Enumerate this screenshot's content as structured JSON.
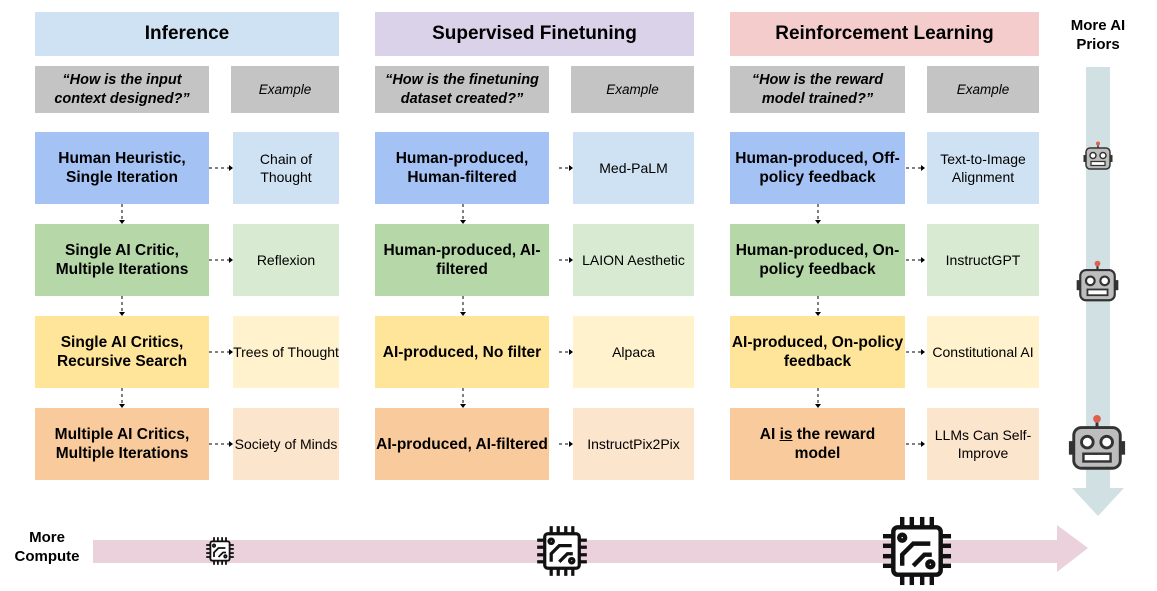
{
  "columns": [
    {
      "title": "Inference",
      "title_color": "#cfe2f3",
      "question": "“How is the input context designed?”",
      "example_label": "Example",
      "rows": [
        {
          "main": "Human Heuristic, Single Iteration",
          "example": "Chain of Thought"
        },
        {
          "main": "Single AI Critic, Multiple Iterations",
          "example": "Reflexion"
        },
        {
          "main": "Single AI Critics, Recursive Search",
          "example": "Trees of Thought"
        },
        {
          "main": "Multiple AI Critics, Multiple Iterations",
          "example": "Society of Minds"
        }
      ]
    },
    {
      "title": "Supervised Finetuning",
      "title_color": "#d9d2e9",
      "question": "“How is the finetuning dataset created?”",
      "example_label": "Example",
      "rows": [
        {
          "main": "Human-produced, Human-filtered",
          "example": "Med-PaLM"
        },
        {
          "main": "Human-produced, AI-filtered",
          "example": "LAION Aesthetic"
        },
        {
          "main": "AI-produced, No filter",
          "example": "Alpaca"
        },
        {
          "main": "AI-produced, AI-filtered",
          "example": "InstructPix2Pix"
        }
      ]
    },
    {
      "title": "Reinforcement Learning",
      "title_color": "#f4cccc",
      "question": "“How is the reward model trained?”",
      "example_label": "Example",
      "rows": [
        {
          "main": "Human-produced, Off-policy feedback",
          "example": "Text-to-Image Alignment"
        },
        {
          "main": "Human-produced, On-policy feedback",
          "example": "InstructGPT"
        },
        {
          "main": "AI-produced, On-policy feedback",
          "example": "Constitutional AI"
        },
        {
          "main_pre": "AI ",
          "main_underlined": "is",
          "main_post": " the reward model",
          "example": "LLMs Can Self-Improve"
        }
      ]
    }
  ],
  "right_axis": {
    "label": "More AI Priors",
    "arrow_color": "#d0e0e3",
    "icon": "robot-icon"
  },
  "bottom_axis": {
    "label": "More Compute",
    "arrow_color": "#ead1dc",
    "icon": "chip-icon"
  }
}
